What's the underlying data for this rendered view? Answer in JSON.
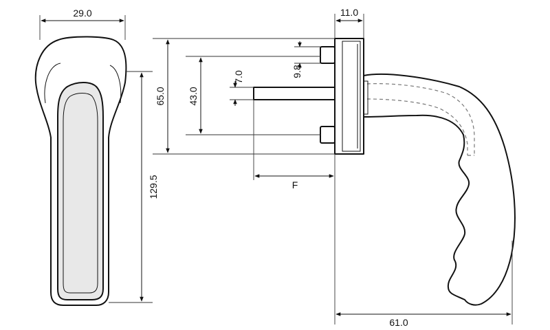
{
  "dimensions": {
    "width_top": "29.0",
    "rose_thickness": "11.0",
    "screw_dia": "9.8",
    "spindle": "7.0",
    "rose_height": "65.0",
    "screw_spacing": "43.0",
    "length": "129.5",
    "spindle_length": "F",
    "projection": "61.0"
  }
}
